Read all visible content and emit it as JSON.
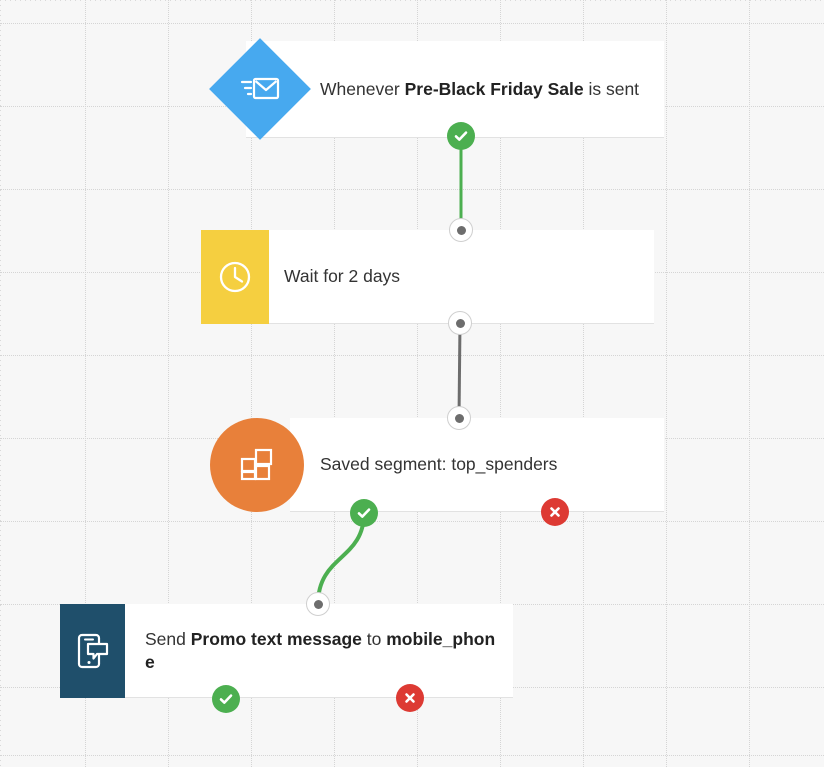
{
  "canvas": {
    "background_color": "#f7f7f7",
    "grid_color": "#d5d5d5",
    "grid_spacing": 83
  },
  "palette": {
    "trigger_blue": "#47a9ef",
    "wait_yellow": "#f5cf40",
    "segment_orange": "#e8803a",
    "sms_navy": "#1f4f6b",
    "success_green": "#4caf50",
    "error_red": "#dd3a33",
    "port_gray": "#6d6d6d",
    "connector_gray": "#6d6d6d",
    "card_white": "#ffffff"
  },
  "workflow": {
    "nodes": [
      {
        "id": "trigger-email-sent",
        "type": "trigger",
        "icon": "email-send-icon",
        "icon_shape": "diamond",
        "icon_color": "#47a9ef",
        "text_parts": [
          {
            "text": "Whenever ",
            "bold": false
          },
          {
            "text": "Pre-Black Friday Sale",
            "bold": true
          },
          {
            "text": " is sent",
            "bold": false
          }
        ],
        "plain_text": "Whenever Pre-Black Friday Sale is sent"
      },
      {
        "id": "wait-2-days",
        "type": "wait",
        "icon": "clock-icon",
        "icon_shape": "square",
        "icon_color": "#f5cf40",
        "text_parts": [
          {
            "text": "Wait for 2 days",
            "bold": false
          }
        ],
        "plain_text": "Wait for 2 days"
      },
      {
        "id": "saved-segment-top-spenders",
        "type": "segment",
        "icon": "segment-blocks-icon",
        "icon_shape": "circle",
        "icon_color": "#e8803a",
        "text_parts": [
          {
            "text": "Saved segment: top_spenders",
            "bold": false
          }
        ],
        "plain_text": "Saved segment: top_spenders"
      },
      {
        "id": "send-promo-text-message",
        "type": "sms",
        "icon": "sms-phone-icon",
        "icon_shape": "square",
        "icon_color": "#1f4f6b",
        "text_parts": [
          {
            "text": "Send ",
            "bold": false
          },
          {
            "text": "Promo text message",
            "bold": true
          },
          {
            "text": " to ",
            "bold": false
          },
          {
            "text": "mobile_phone",
            "bold": true
          }
        ],
        "plain_text": "Send Promo text message to mobile_phone"
      }
    ],
    "connectors": [
      {
        "id": "trigger-to-wait",
        "kind": "straight",
        "color": "#4caf50"
      },
      {
        "id": "wait-to-segment",
        "kind": "straight",
        "color": "#6d6d6d"
      },
      {
        "id": "segment-to-sms",
        "kind": "curved",
        "color": "#4caf50"
      }
    ],
    "badges": [
      {
        "id": "trigger-success-badge",
        "state": "success",
        "glyph": "check"
      },
      {
        "id": "segment-success-badge",
        "state": "success",
        "glyph": "check"
      },
      {
        "id": "segment-error-badge",
        "state": "error",
        "glyph": "cross"
      },
      {
        "id": "sms-success-badge",
        "state": "success",
        "glyph": "check"
      },
      {
        "id": "sms-error-badge",
        "state": "error",
        "glyph": "cross"
      }
    ]
  }
}
